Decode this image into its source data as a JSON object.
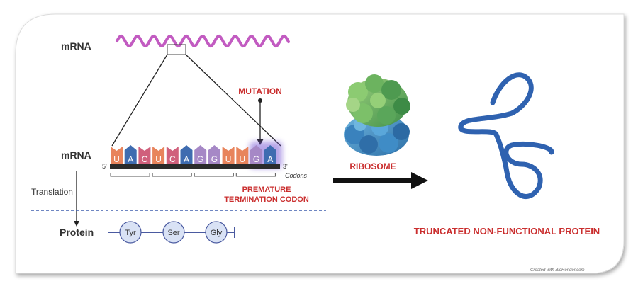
{
  "labels": {
    "mrna_top": "mRNA",
    "mrna_strand": "mRNA",
    "translation": "Translation",
    "protein": "Protein",
    "five_prime": "5'",
    "three_prime": "3'",
    "codons": "Codons",
    "mutation": "MUTATION",
    "premature_line1": "PREMATURE",
    "premature_line2": "TERMINATION CODON",
    "ribosome": "RIBOSOME",
    "truncated": "TRUNCATED NON-FUNCTIONAL PROTEIN",
    "credit": "Created with BioRender.com"
  },
  "sequence": [
    "U",
    "A",
    "C",
    "U",
    "C",
    "A",
    "G",
    "G",
    "U",
    "U",
    "G",
    "A"
  ],
  "amino_acids": [
    "Tyr",
    "Ser",
    "Gly"
  ],
  "colors": {
    "U": "#e8845c",
    "A": "#3f6cb0",
    "C": "#d0607c",
    "G": "#a688c6",
    "wave": "#c25bc1",
    "highlight": "#ca2e2e",
    "protein_chain": "#2f62b0",
    "dashed": "#3f5fae",
    "amino_fill": "#d9e2f5",
    "amino_stroke": "#4a5aa0"
  },
  "icons": {
    "ribosome": "ribosome-icon",
    "protein": "protein-chain-icon",
    "arrow": "right-arrow-icon"
  }
}
